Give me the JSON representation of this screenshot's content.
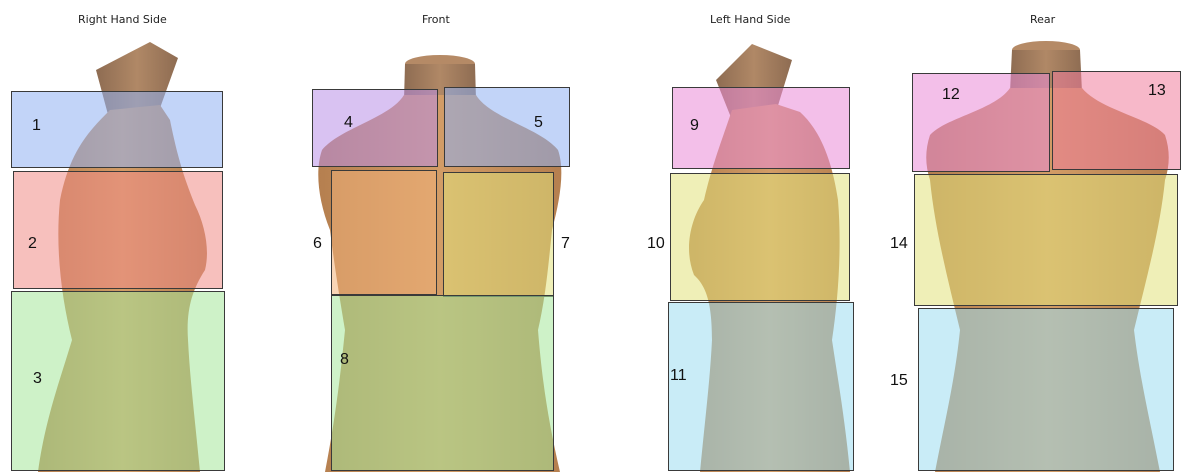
{
  "colors": {
    "skin": "#c9905a",
    "neck": "#a07a5a",
    "neck_top": "#b58a66",
    "zone_blue": "#8fb0f2",
    "zone_red": "#f08d86",
    "zone_green": "#a6e89a",
    "zone_purple": "#b98fe8",
    "zone_orange": "#f3b37a",
    "zone_yellow": "#e2e27c",
    "zone_magenta": "#e98ad7",
    "zone_pink": "#f07e9c",
    "zone_cyan": "#9cdcf0"
  },
  "views": [
    {
      "title": "Right Hand Side",
      "zones": [
        {
          "number": "1",
          "color": "zone_blue"
        },
        {
          "number": "2",
          "color": "zone_red"
        },
        {
          "number": "3",
          "color": "zone_green"
        }
      ]
    },
    {
      "title": "Front",
      "zones": [
        {
          "number": "4",
          "color": "zone_purple"
        },
        {
          "number": "5",
          "color": "zone_blue"
        },
        {
          "number": "6",
          "color": "zone_orange"
        },
        {
          "number": "7",
          "color": "zone_yellow"
        },
        {
          "number": "8",
          "color": "zone_green"
        }
      ]
    },
    {
      "title": "Left Hand Side",
      "zones": [
        {
          "number": "9",
          "color": "zone_magenta"
        },
        {
          "number": "10",
          "color": "zone_yellow"
        },
        {
          "number": "11",
          "color": "zone_cyan"
        }
      ]
    },
    {
      "title": "Rear",
      "zones": [
        {
          "number": "12",
          "color": "zone_magenta"
        },
        {
          "number": "13",
          "color": "zone_pink"
        },
        {
          "number": "14",
          "color": "zone_yellow"
        },
        {
          "number": "15",
          "color": "zone_cyan"
        }
      ]
    }
  ]
}
